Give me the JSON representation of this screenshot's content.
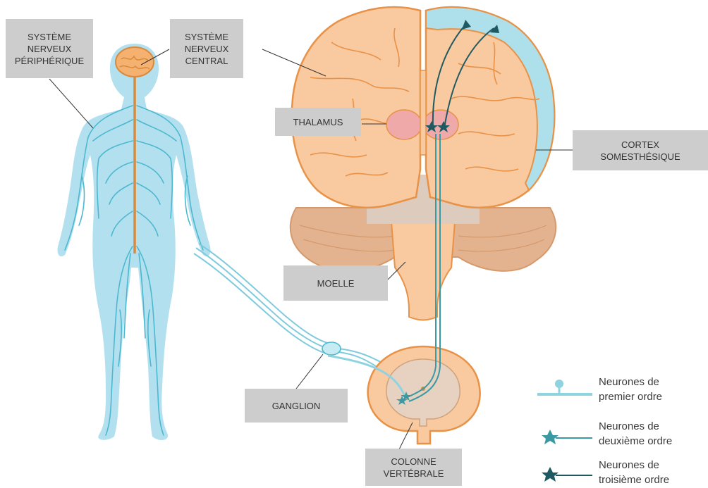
{
  "labels": {
    "peripheral": "SYSTÈME\nNERVEUX\nPÉRIPHÉRIQUE",
    "central": "SYSTÈME\nNERVEUX\nCENTRAL",
    "thalamus": "THALAMUS",
    "cortex": "CORTEX\nSOMESTHÉSIQUE",
    "medulla": "MOELLE",
    "ganglion": "GANGLION",
    "spine": "COLONNE\nVERTÉBRALE"
  },
  "legend": [
    {
      "text": "Neurones de\npremier ordre",
      "icon": "first-order-neuron-icon",
      "color": "#8fd3e0"
    },
    {
      "text": "Neurones de\ndeuxième ordre",
      "icon": "second-order-neuron-icon",
      "color": "#3a9aa3"
    },
    {
      "text": "Neurones de\ntroisième ordre",
      "icon": "third-order-neuron-icon",
      "color": "#1f5a62"
    }
  ],
  "colors": {
    "body": "#b3e0ef",
    "nerve": "#4cb8d0",
    "spinal_cord": "#d98a3c",
    "brain_fill": "#f9c9a0",
    "brain_outline": "#e89247",
    "cortex": "#aee0ec",
    "thalamus": "#f0a9a9",
    "cerebellum": "#e3b390",
    "label_box": "#cdcdcd"
  }
}
